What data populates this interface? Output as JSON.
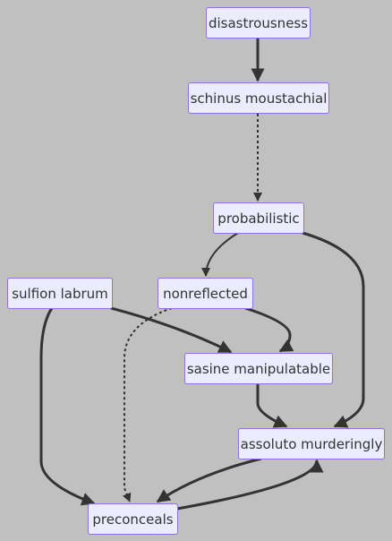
{
  "diagram": {
    "nodes": {
      "disastrousness": {
        "label": "disastrousness"
      },
      "schinus_moustachial": {
        "label": "schinus moustachial"
      },
      "probabilistic": {
        "label": "probabilistic"
      },
      "sulfion_labrum": {
        "label": "sulfion labrum"
      },
      "nonreflected": {
        "label": "nonreflected"
      },
      "sasine_manipulatable": {
        "label": "sasine manipulatable"
      },
      "assoluto_murderingly": {
        "label": "assoluto murderingly"
      },
      "preconceals": {
        "label": "preconceals"
      }
    },
    "edges": [
      {
        "from": "disastrousness",
        "to": "schinus_moustachial",
        "style": "thick"
      },
      {
        "from": "schinus_moustachial",
        "to": "probabilistic",
        "style": "dotted"
      },
      {
        "from": "probabilistic",
        "to": "nonreflected",
        "style": "normal"
      },
      {
        "from": "probabilistic",
        "to": "assoluto_murderingly",
        "style": "thick"
      },
      {
        "from": "sulfion_labrum",
        "to": "sasine_manipulatable",
        "style": "thick"
      },
      {
        "from": "sulfion_labrum",
        "to": "preconceals",
        "style": "thick"
      },
      {
        "from": "nonreflected",
        "to": "sasine_manipulatable",
        "style": "thick"
      },
      {
        "from": "nonreflected",
        "to": "preconceals",
        "style": "dotted"
      },
      {
        "from": "sasine_manipulatable",
        "to": "assoluto_murderingly",
        "style": "thick"
      },
      {
        "from": "assoluto_murderingly",
        "to": "preconceals",
        "style": "thick"
      },
      {
        "from": "preconceals",
        "to": "assoluto_murderingly",
        "style": "thick"
      }
    ],
    "colors": {
      "background": "#c0c0c0",
      "node_fill": "#ececff",
      "node_border": "#9370db",
      "edge": "#333333",
      "text": "#333333"
    }
  }
}
